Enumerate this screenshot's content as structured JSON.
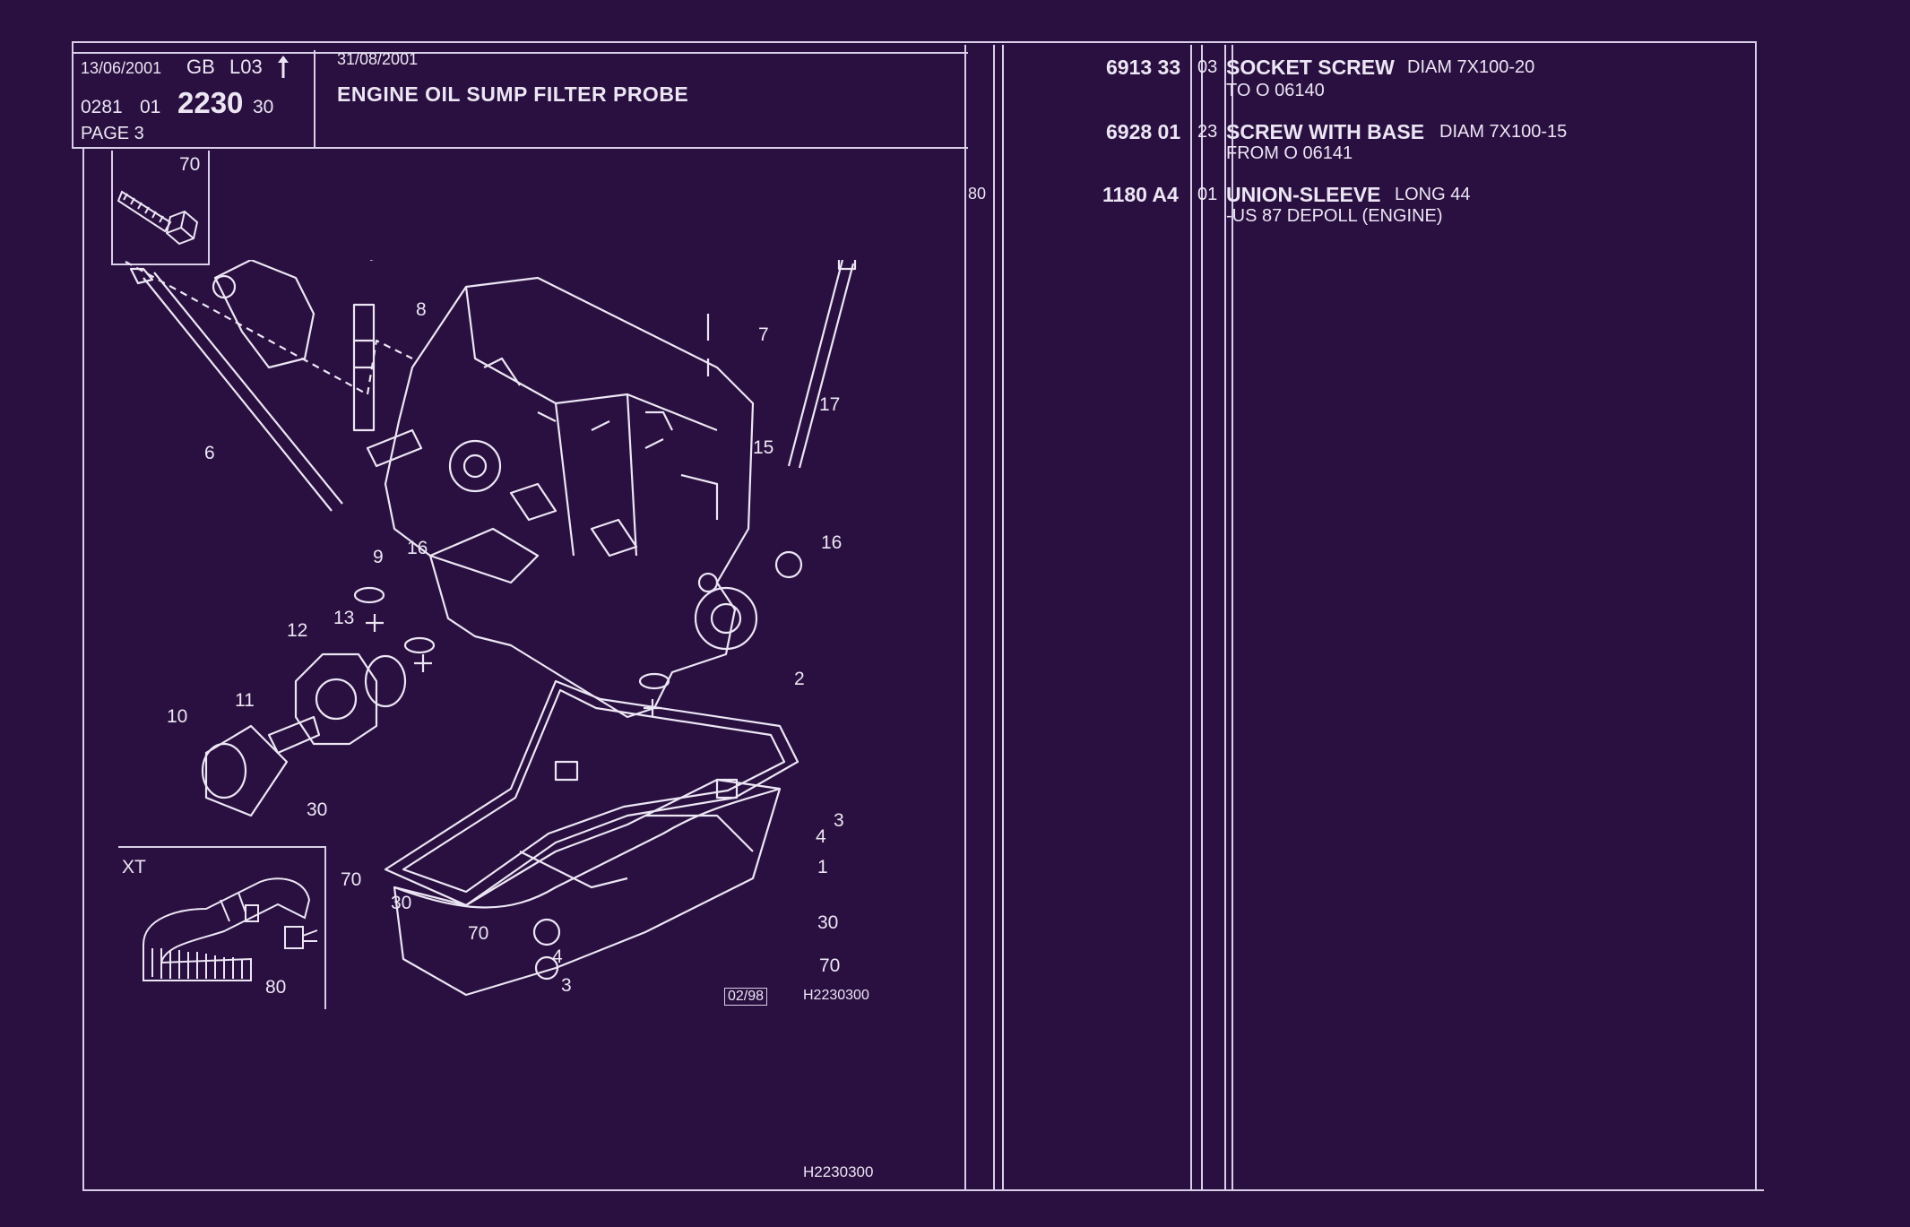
{
  "header": {
    "date_left": "13/06/2001",
    "lang": "GB",
    "level": "L03",
    "arrow_icon": "up-arrow-icon",
    "ref_a": "0281",
    "ref_b": "01",
    "group_code": "2230",
    "ref_c": "30",
    "page_label": "PAGE 3",
    "date_right": "31/08/2001",
    "title": "ENGINE OIL SUMP FILTER PROBE"
  },
  "diagram": {
    "inset_top_label": "70",
    "inset_xt_label": "XT",
    "inset_xt_callout": "80",
    "callouts": [
      "8",
      "7",
      "6",
      "17",
      "15",
      "16",
      "9",
      "16",
      "13",
      "12",
      "2",
      "11",
      "10",
      "3",
      "4",
      "30",
      "70",
      "1",
      "30",
      "70",
      "30",
      "70",
      "4",
      "3"
    ],
    "date_stamp": "02/98",
    "drawing_ref": "H2230300",
    "footer_ref": "H2230300"
  },
  "parts": [
    {
      "ref_col": "",
      "number": "6913 33",
      "code": "03",
      "name": "SOCKET SCREW",
      "detail": "DIAM 7X100-20",
      "note": "TO O 06140"
    },
    {
      "ref_col": "",
      "number": "6928 01",
      "code": "23",
      "name": "SCREW WITH BASE",
      "detail": "DIAM 7X100-15",
      "note": "FROM O 06141"
    },
    {
      "ref_col": "80",
      "number": "1180 A4",
      "code": "01",
      "name": "UNION-SLEEVE",
      "detail": "LONG 44",
      "note": "-US 87 DEPOLL (ENGINE)"
    }
  ],
  "colors": {
    "background": "#2a1040",
    "ink": "#ece6f4"
  }
}
